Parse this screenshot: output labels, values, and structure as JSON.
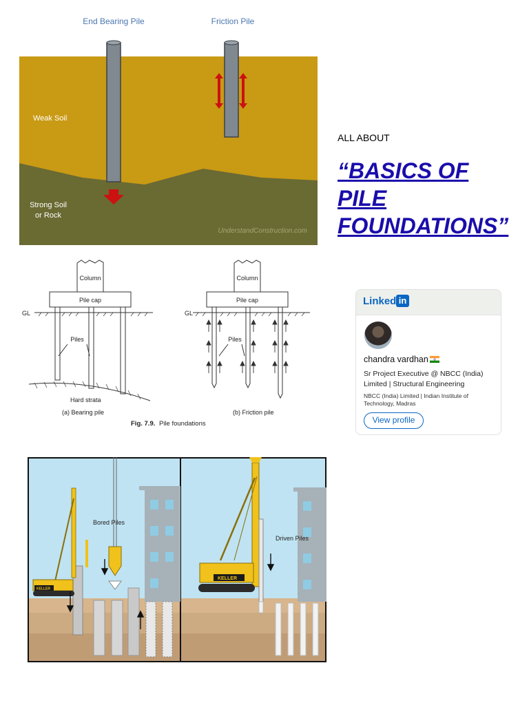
{
  "figure1": {
    "label_end_bearing": "End Bearing Pile",
    "label_friction": "Friction Pile",
    "label_weak_soil": "Weak Soil",
    "label_strong_1": "Strong Soil",
    "label_strong_2": "or Rock",
    "watermark": "UnderstandConstruction.com",
    "colors": {
      "weak_soil": "#c99a14",
      "strong_soil": "#6a6a33",
      "pile": "#808890",
      "arrow": "#cc1111"
    }
  },
  "headline": {
    "kicker": "ALL ABOUT",
    "title": "“BASICS OF PILE FOUNDATIONS”",
    "color": "#1a0dab"
  },
  "figure2": {
    "column": "Column",
    "pile_cap": "Pile cap",
    "gl": "GL",
    "piles": "Piles",
    "hard_strata": "Hard strata",
    "caption_a": "(a) Bearing pile",
    "caption_b": "(b) Friction pile",
    "fig_label": "Fig. 7.9.",
    "fig_title": "Pile foundations"
  },
  "linkedin": {
    "brand": "Linked",
    "brand_box": "in",
    "name": "chandra vardhan",
    "title": "Sr Project Executive @ NBCC (India) Limited | Structural Engineering",
    "education": "NBCC (India) Limited | Indian Institute of Technology, Madras",
    "button": "View profile"
  },
  "figure3": {
    "bored_label": "Bored Piles",
    "driven_label": "Driven Piles",
    "brand": "KELLER",
    "colors": {
      "sky": "#bfe3f2",
      "soil": "#d8b58c",
      "rig": "#f0c21b"
    }
  }
}
